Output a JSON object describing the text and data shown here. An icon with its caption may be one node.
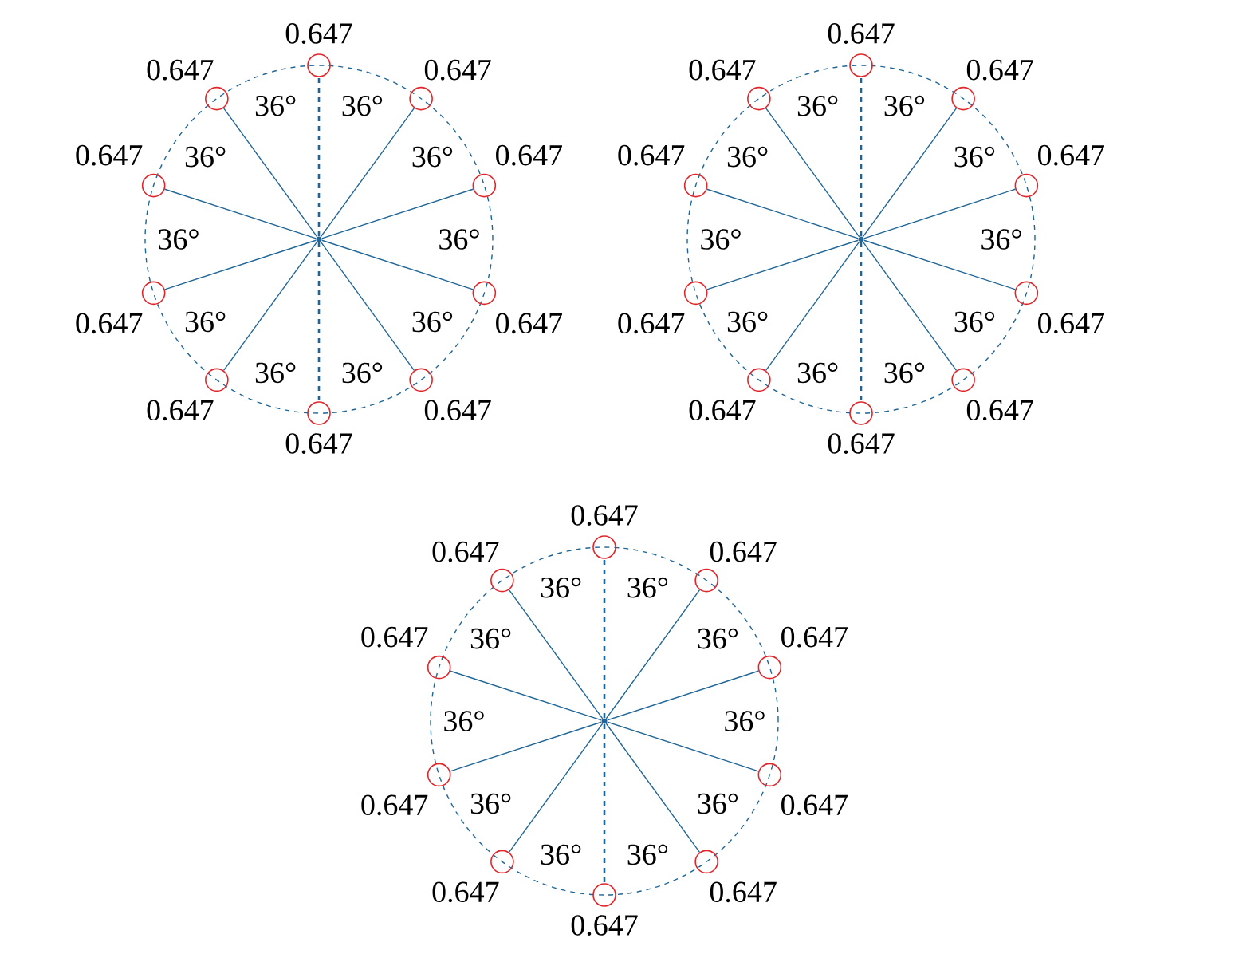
{
  "diagram": {
    "nodes": [
      {
        "text": [],
        "shape": "dot"
      },
      {
        "text": [],
        "shape": "circle",
        "beside": [
          "0.647"
        ]
      },
      {
        "text": [],
        "shape": "circle",
        "beside": [
          "0.647"
        ]
      },
      {
        "text": [],
        "shape": "circle",
        "beside": [
          "0.647"
        ]
      },
      {
        "text": [],
        "shape": "circle",
        "beside": [
          "0.647"
        ]
      },
      {
        "text": [],
        "shape": "circle",
        "beside": [
          "0.647"
        ]
      },
      {
        "text": [],
        "shape": "circle",
        "beside": [
          "0.647"
        ]
      },
      {
        "text": [],
        "shape": "circle",
        "beside": [
          "0.647"
        ]
      },
      {
        "text": [],
        "shape": "circle",
        "beside": [
          "0.647"
        ]
      },
      {
        "text": [],
        "shape": "circle",
        "beside": [
          "0.647"
        ]
      },
      {
        "text": [],
        "shape": "circle",
        "beside": [
          "0.647"
        ]
      },
      {
        "text": [],
        "shape": "dot"
      },
      {
        "text": [],
        "shape": "circle",
        "beside": [
          "0.647"
        ]
      },
      {
        "text": [],
        "shape": "circle",
        "beside": [
          "0.647"
        ]
      },
      {
        "text": [],
        "shape": "circle",
        "beside": [
          "0.647"
        ]
      },
      {
        "text": [],
        "shape": "circle",
        "beside": [
          "0.647"
        ]
      },
      {
        "text": [],
        "shape": "circle",
        "beside": [
          "0.647"
        ]
      },
      {
        "text": [],
        "shape": "circle",
        "beside": [
          "0.647"
        ]
      },
      {
        "text": [],
        "shape": "circle",
        "beside": [
          "0.647"
        ]
      },
      {
        "text": [],
        "shape": "circle",
        "beside": [
          "0.647"
        ]
      },
      {
        "text": [],
        "shape": "circle",
        "beside": [
          "0.647"
        ]
      },
      {
        "text": [],
        "shape": "circle",
        "beside": [
          "0.647"
        ]
      },
      {
        "text": [],
        "shape": "dot"
      },
      {
        "text": [],
        "shape": "circle",
        "beside": [
          "0.647"
        ]
      },
      {
        "text": [],
        "shape": "circle",
        "beside": [
          "0.647"
        ]
      },
      {
        "text": [],
        "shape": "circle",
        "beside": [
          "0.647"
        ]
      },
      {
        "text": [],
        "shape": "circle",
        "beside": [
          "0.647"
        ]
      },
      {
        "text": [],
        "shape": "circle",
        "beside": [
          "0.647"
        ]
      },
      {
        "text": [],
        "shape": "circle",
        "beside": [
          "0.647"
        ]
      },
      {
        "text": [],
        "shape": "circle",
        "beside": [
          "0.647"
        ]
      },
      {
        "text": [],
        "shape": "circle",
        "beside": [
          "0.647"
        ]
      },
      {
        "text": [],
        "shape": "circle",
        "beside": [
          "0.647"
        ]
      },
      {
        "text": [],
        "shape": "circle",
        "beside": [
          "0.647"
        ]
      }
    ],
    "edges": [
      {
        "from": 0,
        "to": 1,
        "arrow": "none",
        "style": "dashed"
      },
      {
        "from": 0,
        "to": 2,
        "arrow": "none"
      },
      {
        "from": 0,
        "to": 3,
        "arrow": "none"
      },
      {
        "from": 0,
        "to": 4,
        "arrow": "none"
      },
      {
        "from": 0,
        "to": 5,
        "arrow": "none"
      },
      {
        "from": 0,
        "to": 6,
        "arrow": "none",
        "style": "dashed"
      },
      {
        "from": 0,
        "to": 7,
        "arrow": "none"
      },
      {
        "from": 0,
        "to": 8,
        "arrow": "none"
      },
      {
        "from": 0,
        "to": 9,
        "arrow": "none"
      },
      {
        "from": 0,
        "to": 10,
        "arrow": "none"
      },
      {
        "from": 11,
        "to": 12,
        "arrow": "none",
        "style": "dashed"
      },
      {
        "from": 11,
        "to": 13,
        "arrow": "none"
      },
      {
        "from": 11,
        "to": 14,
        "arrow": "none"
      },
      {
        "from": 11,
        "to": 15,
        "arrow": "none"
      },
      {
        "from": 11,
        "to": 16,
        "arrow": "none"
      },
      {
        "from": 11,
        "to": 17,
        "arrow": "none",
        "style": "dashed"
      },
      {
        "from": 11,
        "to": 18,
        "arrow": "none"
      },
      {
        "from": 11,
        "to": 19,
        "arrow": "none"
      },
      {
        "from": 11,
        "to": 20,
        "arrow": "none"
      },
      {
        "from": 11,
        "to": 21,
        "arrow": "none"
      },
      {
        "from": 22,
        "to": 23,
        "arrow": "none",
        "style": "dashed"
      },
      {
        "from": 22,
        "to": 24,
        "arrow": "none"
      },
      {
        "from": 22,
        "to": 25,
        "arrow": "none"
      },
      {
        "from": 22,
        "to": 26,
        "arrow": "none"
      },
      {
        "from": 22,
        "to": 27,
        "arrow": "none"
      },
      {
        "from": 22,
        "to": 28,
        "arrow": "none",
        "style": "dashed"
      },
      {
        "from": 22,
        "to": 29,
        "arrow": "none"
      },
      {
        "from": 22,
        "to": 30,
        "arrow": "none"
      },
      {
        "from": 22,
        "to": 31,
        "arrow": "none"
      },
      {
        "from": 22,
        "to": 32,
        "arrow": "none"
      }
    ],
    "labels": [
      "36°",
      "36°",
      "36°",
      "36°",
      "36°",
      "36°",
      "36°",
      "36°",
      "36°",
      "36°",
      "36°",
      "36°",
      "36°",
      "36°",
      "36°",
      "36°",
      "36°",
      "36°",
      "36°",
      "36°",
      "36°",
      "36°",
      "36°",
      "36°",
      "36°",
      "36°",
      "36°",
      "36°",
      "36°",
      "36°"
    ]
  }
}
